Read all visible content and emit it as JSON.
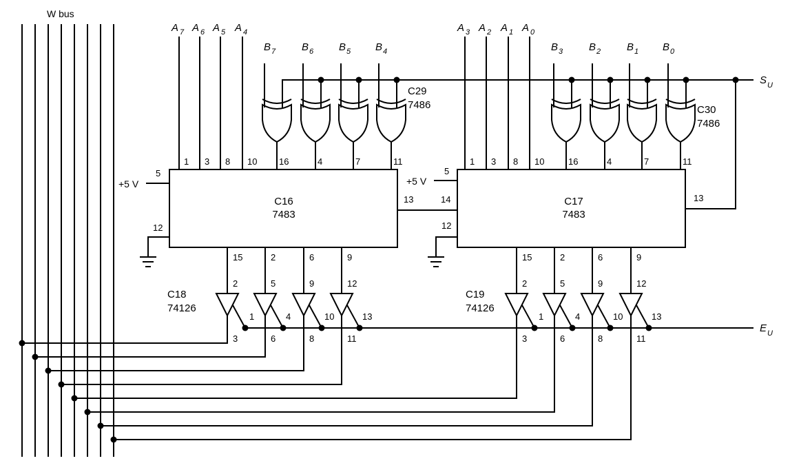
{
  "bus_label": "W bus",
  "supply_label": "+5 V",
  "adders": [
    {
      "id": "C16",
      "part": "7483",
      "a_inputs": [
        {
          "name": "A",
          "sub": "7",
          "pin": "1"
        },
        {
          "name": "A",
          "sub": "6",
          "pin": "3"
        },
        {
          "name": "A",
          "sub": "5",
          "pin": "8"
        },
        {
          "name": "A",
          "sub": "4",
          "pin": "10"
        }
      ],
      "b_pins": [
        "16",
        "4",
        "7",
        "11"
      ],
      "supply_pin": "5",
      "ground_pin": "12",
      "carry_pin": "13",
      "sum_pins": [
        "15",
        "2",
        "6",
        "9"
      ]
    },
    {
      "id": "C17",
      "part": "7483",
      "a_inputs": [
        {
          "name": "A",
          "sub": "3",
          "pin": "1"
        },
        {
          "name": "A",
          "sub": "2",
          "pin": "3"
        },
        {
          "name": "A",
          "sub": "1",
          "pin": "8"
        },
        {
          "name": "A",
          "sub": "0",
          "pin": "10"
        }
      ],
      "b_pins": [
        "16",
        "4",
        "7",
        "11"
      ],
      "supply_pin": "5",
      "ground_pin": "12",
      "carry_in_pin": "14",
      "carry_pin": "13",
      "sum_pins": [
        "15",
        "2",
        "6",
        "9"
      ]
    }
  ],
  "xor_chips": [
    {
      "id": "C29",
      "part": "7486",
      "b_inputs": [
        {
          "name": "B",
          "sub": "7"
        },
        {
          "name": "B",
          "sub": "6"
        },
        {
          "name": "B",
          "sub": "5"
        },
        {
          "name": "B",
          "sub": "4"
        }
      ]
    },
    {
      "id": "C30",
      "part": "7486",
      "b_inputs": [
        {
          "name": "B",
          "sub": "3"
        },
        {
          "name": "B",
          "sub": "2"
        },
        {
          "name": "B",
          "sub": "1"
        },
        {
          "name": "B",
          "sub": "0"
        }
      ]
    }
  ],
  "buffer_chips": [
    {
      "id": "C18",
      "part": "74126",
      "input_pins": [
        "2",
        "5",
        "9",
        "12"
      ],
      "enable_pins": [
        "1",
        "4",
        "10",
        "13"
      ],
      "output_pins": [
        "3",
        "6",
        "8",
        "11"
      ]
    },
    {
      "id": "C19",
      "part": "74126",
      "input_pins": [
        "2",
        "5",
        "9",
        "12"
      ],
      "enable_pins": [
        "1",
        "4",
        "10",
        "13"
      ],
      "output_pins": [
        "3",
        "6",
        "8",
        "11"
      ]
    }
  ],
  "signals": {
    "su": {
      "name": "S",
      "sub": "U"
    },
    "eu": {
      "name": "E",
      "sub": "U"
    }
  }
}
